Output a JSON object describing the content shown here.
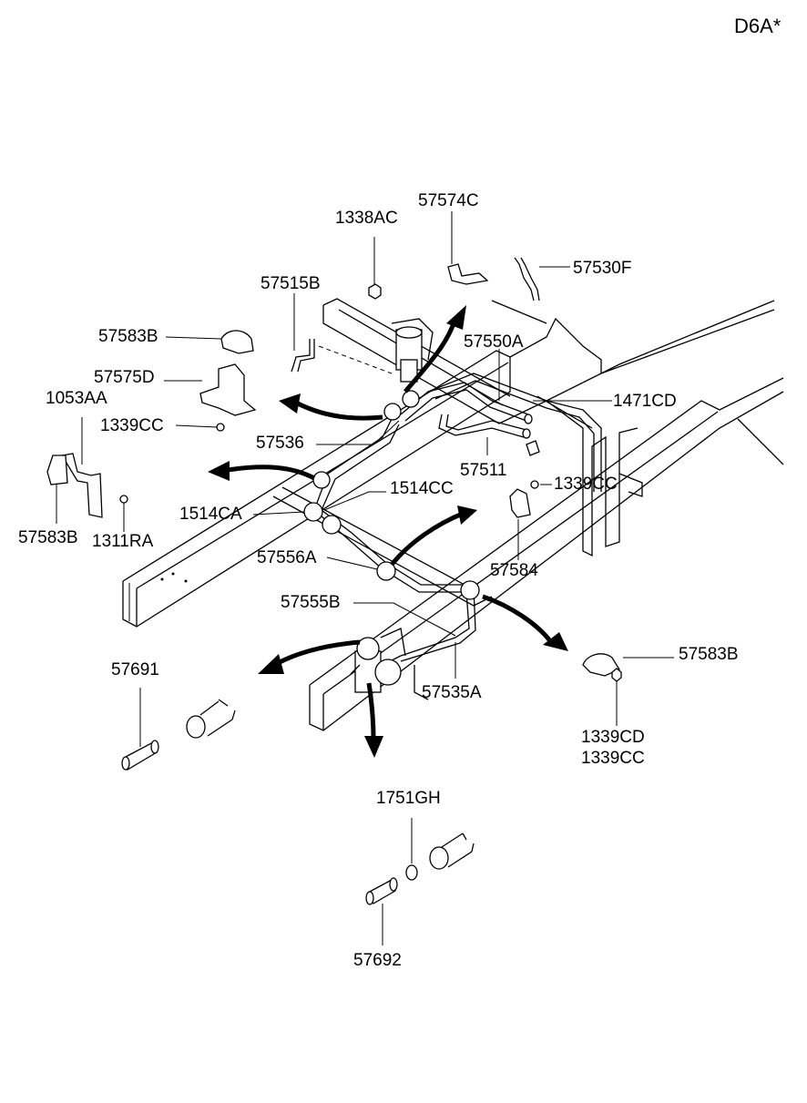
{
  "diagram_code": "D6A*",
  "labels": {
    "p1338AC": "1338AC",
    "p57574C": "57574C",
    "p57530F": "57530F",
    "p57515B": "57515B",
    "p57583B_top": "57583B",
    "p57550A": "57550A",
    "p57575D": "57575D",
    "p1053AA": "1053AA",
    "p1471CD": "1471CD",
    "p1339CC_left": "1339CC",
    "p57536": "57536",
    "p57511": "57511",
    "p1339CC_right": "1339CC",
    "p1514CC": "1514CC",
    "p1514CA": "1514CA",
    "p57583B_left": "57583B",
    "p1311RA": "1311RA",
    "p57556A": "57556A",
    "p57584": "57584",
    "p57555B": "57555B",
    "p57583B_right": "57583B",
    "p57691": "57691",
    "p57535A": "57535A",
    "p1339CD": "1339CD",
    "p1339CC_bottom": "1339CC",
    "p1751GH": "1751GH",
    "p57692": "57692"
  }
}
